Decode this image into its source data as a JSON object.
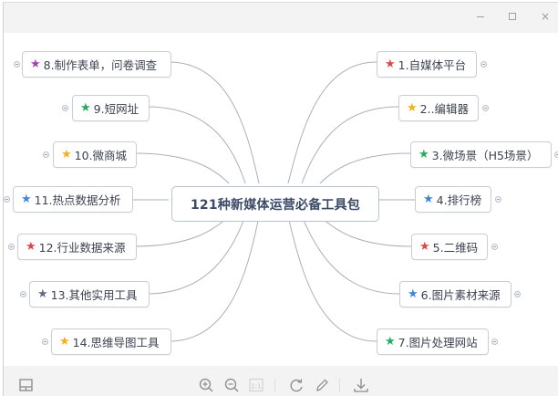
{
  "window": {
    "controls": {
      "minimize": "—",
      "maximize": "☐",
      "close": "×"
    }
  },
  "mindmap": {
    "root": {
      "label": "121种新媒体运营必备工具包"
    },
    "right_branches": [
      {
        "num": "1",
        "label": "1.自媒体平台",
        "star_color": "#e04848"
      },
      {
        "num": "2",
        "label": "2..编辑器",
        "star_color": "#f2b01e"
      },
      {
        "num": "3",
        "label": "3.微场景（H5场景）",
        "star_color": "#1fae5c"
      },
      {
        "num": "4",
        "label": "4.排行榜",
        "star_color": "#3c86e0"
      },
      {
        "num": "5",
        "label": "5.二维码",
        "star_color": "#e04848"
      },
      {
        "num": "6",
        "label": "6.图片素材来源",
        "star_color": "#3c86e0"
      },
      {
        "num": "7",
        "label": "7.图片处理网站",
        "star_color": "#1fae5c"
      }
    ],
    "left_branches": [
      {
        "num": "8",
        "label": "8.制作表单，问卷调查",
        "star_color": "#a23fbf"
      },
      {
        "num": "9",
        "label": "9.短网址",
        "star_color": "#1fae5c"
      },
      {
        "num": "10",
        "label": "10.微商城",
        "star_color": "#f2b01e"
      },
      {
        "num": "11",
        "label": "11.热点数据分析",
        "star_color": "#3c86e0"
      },
      {
        "num": "12",
        "label": "12.行业数据来源",
        "star_color": "#e04848"
      },
      {
        "num": "13",
        "label": "13.其他实用工具",
        "star_color": "#666a80"
      },
      {
        "num": "14",
        "label": "14.思维导图工具",
        "star_color": "#f2b01e"
      }
    ],
    "star_glyph": "★"
  },
  "toolbar": {
    "left": [
      {
        "icon": "layout-panel-icon"
      }
    ],
    "center": [
      {
        "icon": "zoom-in-icon"
      },
      {
        "icon": "zoom-out-icon"
      },
      {
        "icon": "actual-size-icon",
        "label": "1:1"
      },
      {
        "icon": "rotate-icon"
      },
      {
        "icon": "edit-pencil-icon"
      },
      {
        "icon": "download-icon"
      }
    ]
  },
  "colors": {
    "titlebar_bg": "#f3f3f3",
    "node_border": "#c9ced6",
    "root_text": "#3b4a66",
    "link_color": "#a9b0bc"
  }
}
